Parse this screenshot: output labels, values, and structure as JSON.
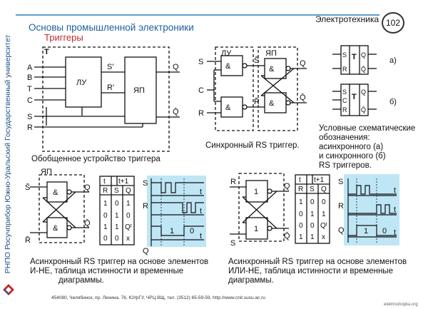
{
  "sidebar_text": "РНПО Росучприбор Южно-Уральский Государственный университет",
  "header": {
    "subject": "Электротехника",
    "page_number": "102",
    "title": "Основы промышленной электроники",
    "subtitle": "Триггеры"
  },
  "general_device": {
    "frame_label": "T",
    "inputs": [
      "A",
      "B",
      "T",
      "C",
      "S",
      "R"
    ],
    "block_logic": "ЛУ",
    "block_memory": "ЯП",
    "internal": [
      "S'",
      "R'"
    ],
    "outputs": [
      "Q",
      "Q̄"
    ],
    "caption": "Обобщенное устройство триггера"
  },
  "sync_rs": {
    "block_logic": "ЛУ",
    "block_memory": "ЯП",
    "inputs": [
      "S",
      "C",
      "R"
    ],
    "internal": [
      "S̄",
      "R̄"
    ],
    "gate_label": "&",
    "outputs": [
      "Q",
      "Q̄"
    ],
    "caption": "Синхронный RS триггер."
  },
  "symbols": {
    "async": {
      "t": "T",
      "pins": [
        "S",
        "R"
      ],
      "outs": [
        "Q",
        "Q̄"
      ],
      "tag": "а)"
    },
    "sync": {
      "t": "T",
      "pins": [
        "S",
        "C",
        "R"
      ],
      "outs": [
        "Q",
        "Q̄"
      ],
      "tag": "б)"
    },
    "caption_lines": [
      "Условные схематические",
      "обозначения:",
      "асинхронного (а)",
      "и синхронного (б)",
      "RS триггеров."
    ]
  },
  "async_nand": {
    "block": "ЯП",
    "inputs": [
      "S̄",
      "R̄"
    ],
    "gate_label": "&",
    "outputs": [
      "Q",
      "Q̄"
    ],
    "table": {
      "head": [
        "t",
        "t+1"
      ],
      "cols": [
        "R",
        "S",
        "Q"
      ],
      "rows": [
        [
          "1",
          "0",
          "1"
        ],
        [
          "0",
          "1",
          "0"
        ],
        [
          "1",
          "1",
          "Qᵗ"
        ],
        [
          "0",
          "0",
          "x"
        ]
      ]
    },
    "timing": {
      "signals": [
        "S",
        "R",
        "Q"
      ],
      "axis": "t",
      "values": [
        "1",
        "0"
      ]
    },
    "caption_lines": [
      "Асинхронный RS триггер на основе элементов",
      "И-НЕ, таблица истинности и временные",
      "диаграммы."
    ]
  },
  "async_nor": {
    "inputs": [
      "R",
      "S"
    ],
    "gate_label": "1",
    "outputs": [
      "Q",
      "Q̄"
    ],
    "table": {
      "head": [
        "t",
        "t+1"
      ],
      "cols": [
        "R",
        "S",
        "Q"
      ],
      "rows": [
        [
          "1",
          "0",
          "0"
        ],
        [
          "0",
          "1",
          "1"
        ],
        [
          "0",
          "0",
          "Qᵗ"
        ],
        [
          "1",
          "1",
          "x"
        ]
      ]
    },
    "timing": {
      "signals": [
        "S",
        "R",
        "Q"
      ],
      "axis": "t",
      "values": [
        "1",
        "0"
      ]
    },
    "caption_lines": [
      "Асинхронный RS триггер на основе элементов",
      "ИЛИ-НЕ, таблица истинности и временные",
      "диаграммы."
    ]
  },
  "footer": "454080, Челябинск, пр. Ленина, 76, ЮУрГУ, ЧРЦ ВЩ, тел. (3512) 65-59-59, http://www.cnit.susu.ac.ru",
  "watermark": "elektroshopka.org",
  "colors": {
    "accent": "#1f5fa0",
    "subtitle": "#c0282e",
    "rule": "#5aa0d2",
    "timing_bg": "#bfe6f5"
  }
}
